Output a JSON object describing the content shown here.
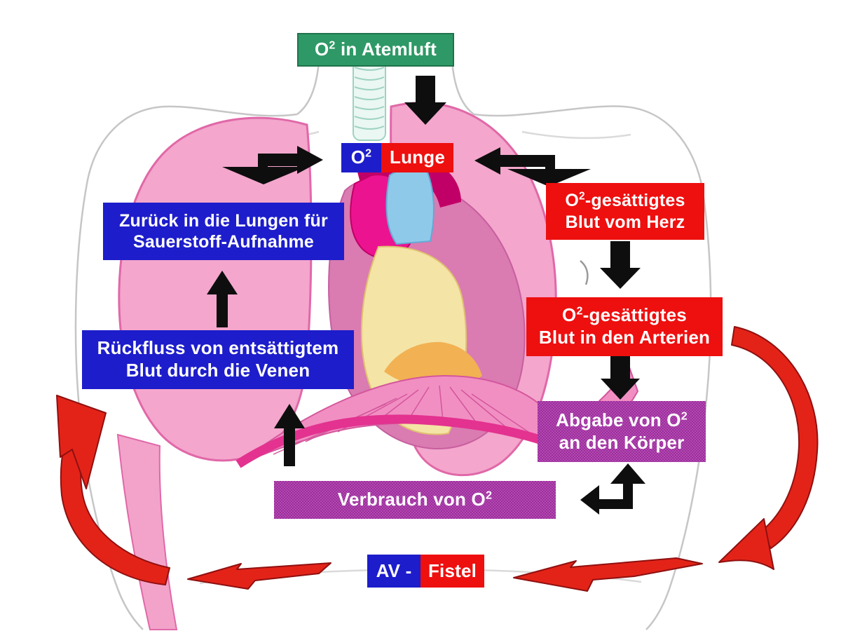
{
  "diagram": {
    "boxes": {
      "air": {
        "pre": "O",
        "sup": "2",
        "post": " in Atemluft"
      },
      "lunge": {
        "o2_pre": "O",
        "o2_sup": "2",
        "label": "Lunge"
      },
      "herz": {
        "line1_pre": "O",
        "line1_sup": "2",
        "line1_post": "-gesättigtes",
        "line2": "Blut vom Herz"
      },
      "arterien": {
        "line1_pre": "O",
        "line1_sup": "2",
        "line1_post": "-gesättigtes",
        "line2": "Blut in den Arterien"
      },
      "abgabe": {
        "line1_pre": "Abgabe von O",
        "line1_sup": "2",
        "line2": "an den Körper"
      },
      "zurueck": {
        "line1": "Zurück in die Lungen für",
        "line2": "Sauerstoff-Aufnahme"
      },
      "rueckfluss": {
        "line1": "Rückfluss von entsättigtem",
        "line2": "Blut durch die Venen"
      },
      "verbrauch": {
        "pre": "Verbrauch von O",
        "sup": "2"
      },
      "av_fistel": {
        "left": "AV -",
        "right": "Fistel"
      }
    },
    "colors": {
      "green_box": "#2E9966",
      "red_box": "#EE0F0F",
      "blue_box": "#1D1DCB",
      "purple_box": "#A93FA9",
      "black_arrow": "#0E0E0E",
      "red_arrow": "#E42318",
      "lung_pink": "#F4A6CC",
      "heart_pink": "#DA7BB2",
      "heart_cream": "#F4E4A6"
    }
  }
}
